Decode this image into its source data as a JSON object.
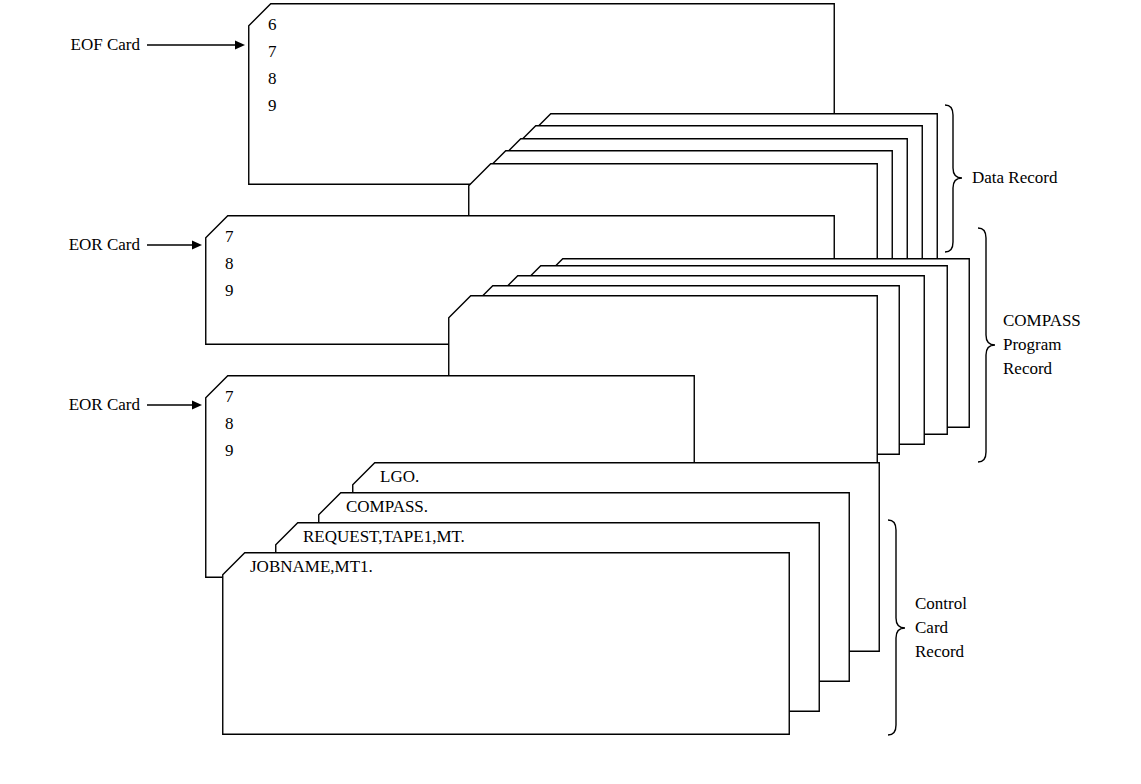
{
  "diagram": {
    "nodes": [
      {
        "text": [
          "6 7 8 9"
        ]
      },
      {
        "text": [
          "7 8 9"
        ]
      },
      {
        "text": [
          "7 8 9"
        ]
      },
      {
        "text": [
          "LGO."
        ]
      },
      {
        "text": [
          "COMPASS."
        ]
      },
      {
        "text": [
          "REQUEST,TAPE1,MT."
        ]
      },
      {
        "text": [
          "JOBNAME,MT1."
        ]
      }
    ],
    "labels": [
      "EOF Card",
      "EOR Card",
      "EOR Card",
      "Data Record",
      "COMPASS Program Record",
      "Control Card Record"
    ]
  }
}
